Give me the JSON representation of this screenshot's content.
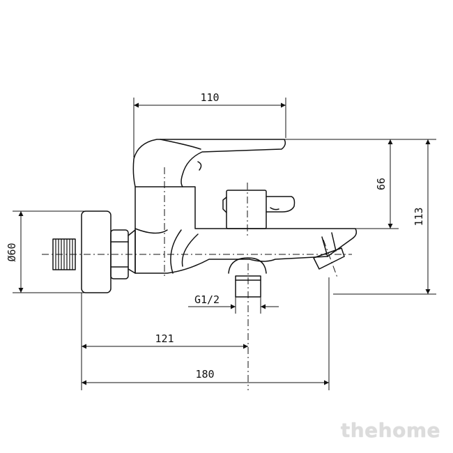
{
  "dimensions": {
    "d110": "110",
    "d66": "66",
    "d113": "113",
    "d60": "Ø60",
    "g12": "G1/2",
    "d121": "121",
    "d180": "180"
  },
  "watermark": "thehome",
  "colors": {
    "line": "#111111",
    "background": "#ffffff",
    "watermark": "#dcdcdc"
  }
}
